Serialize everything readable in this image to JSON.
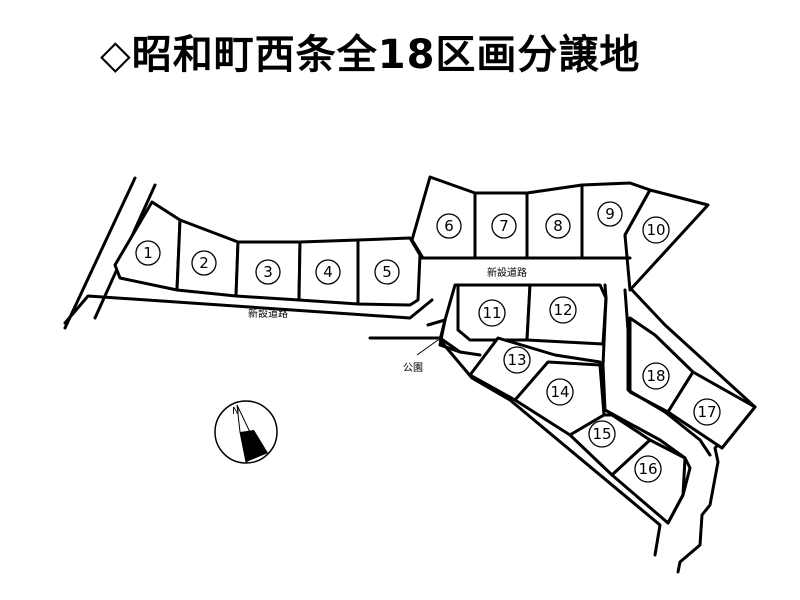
{
  "title": "◇昭和町西条全18区画分譲地",
  "labels": {
    "road_upper": "新設道路",
    "road_lower": "新設道路",
    "park": "公園",
    "north": "N"
  },
  "lots": [
    {
      "number": "1"
    },
    {
      "number": "2"
    },
    {
      "number": "3"
    },
    {
      "number": "4"
    },
    {
      "number": "5"
    },
    {
      "number": "6"
    },
    {
      "number": "7"
    },
    {
      "number": "8"
    },
    {
      "number": "9"
    },
    {
      "number": "10"
    },
    {
      "number": "11"
    },
    {
      "number": "12"
    },
    {
      "number": "13"
    },
    {
      "number": "14"
    },
    {
      "number": "15"
    },
    {
      "number": "16"
    },
    {
      "number": "17"
    },
    {
      "number": "18"
    }
  ]
}
